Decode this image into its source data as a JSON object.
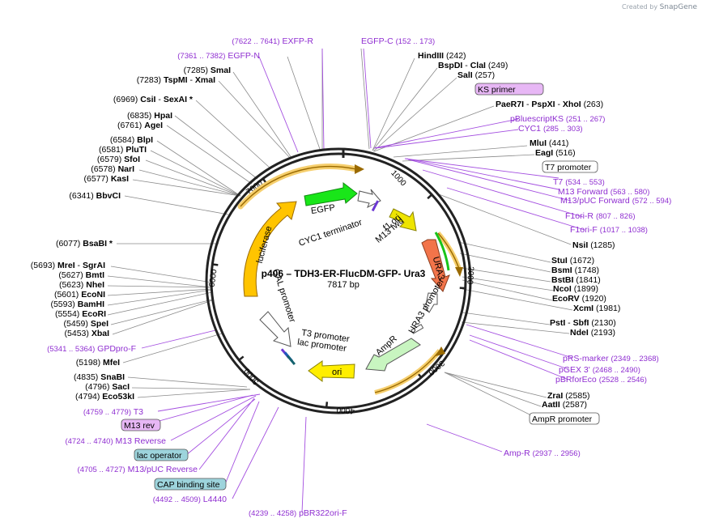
{
  "credit": {
    "prefix": "Created by",
    "brand": "SnapGene"
  },
  "plasmid": {
    "name": "p406 – TDH3-ER-FlucDM-GFP- Ura3",
    "size": "7817 bp"
  },
  "ticks": [
    "1000",
    "2000",
    "3000",
    "4000",
    "5000",
    "6000",
    "7000"
  ],
  "restriction_sites": [
    {
      "pos": "(242)",
      "name": "HindIII"
    },
    {
      "name": "BspDI",
      "alt": "ClaI",
      "pos": "(249)"
    },
    {
      "name": "SalI",
      "pos": "(257)"
    },
    {
      "name": "PaeR7I",
      "alt": "PspXI",
      "alt2": "XhoI",
      "pos": "(263)"
    },
    {
      "name": "MluI",
      "pos": "(441)"
    },
    {
      "name": "EagI",
      "pos": "(516)"
    },
    {
      "name": "NsiI",
      "pos": "(1285)"
    },
    {
      "name": "StuI",
      "pos": "(1672)"
    },
    {
      "name": "BsmI",
      "pos": "(1748)"
    },
    {
      "name": "BstBI",
      "pos": "(1841)"
    },
    {
      "name": "NcoI",
      "pos": "(1899)"
    },
    {
      "name": "EcoRV",
      "pos": "(1920)"
    },
    {
      "name": "XcmI",
      "pos": "(1981)"
    },
    {
      "name": "PstI",
      "alt": "SbfI",
      "pos": "(2130)"
    },
    {
      "name": "NdeI",
      "pos": "(2193)"
    },
    {
      "name": "ZraI",
      "pos": "(2585)"
    },
    {
      "name": "AatII",
      "pos": "(2587)"
    },
    {
      "pos": "(7285)",
      "name": "SmaI"
    },
    {
      "pos": "(7283)",
      "name": "TspMI",
      "alt": "XmaI"
    },
    {
      "pos": "(6969)",
      "name": "CsiI",
      "alt": "SexAI *"
    },
    {
      "pos": "(6835)",
      "name": "HpaI"
    },
    {
      "pos": "(6761)",
      "name": "AgeI"
    },
    {
      "pos": "(6584)",
      "name": "BlpI"
    },
    {
      "pos": "(6581)",
      "name": "PluTI"
    },
    {
      "pos": "(6579)",
      "name": "SfoI"
    },
    {
      "pos": "(6578)",
      "name": "NarI"
    },
    {
      "pos": "(6577)",
      "name": "KasI"
    },
    {
      "pos": "(6341)",
      "name": "BbvCI"
    },
    {
      "pos": "(6077)",
      "name": "BsaBI *"
    },
    {
      "pos": "(5693)",
      "name": "MreI",
      "alt": "SgrAI"
    },
    {
      "pos": "(5627)",
      "name": "BmtI"
    },
    {
      "pos": "(5623)",
      "name": "NheI"
    },
    {
      "pos": "(5601)",
      "name": "EcoNI"
    },
    {
      "pos": "(5593)",
      "name": "BamHI"
    },
    {
      "pos": "(5554)",
      "name": "EcoRI"
    },
    {
      "pos": "(5459)",
      "name": "SpeI"
    },
    {
      "pos": "(5453)",
      "name": "XbaI"
    },
    {
      "pos": "(5198)",
      "name": "MfeI"
    },
    {
      "pos": "(4835)",
      "name": "SnaBI"
    },
    {
      "pos": "(4796)",
      "name": "SacI"
    },
    {
      "pos": "(4794)",
      "name": "Eco53kI"
    }
  ],
  "features": [
    {
      "range": "(7622 .. 7641)",
      "name": "EXFP-R"
    },
    {
      "name": "EGFP-C",
      "range": "(152 .. 173)"
    },
    {
      "range": "(7361 .. 7382)",
      "name": "EGFP-N"
    },
    {
      "name": "pBluescriptKS",
      "range": "(251 .. 267)"
    },
    {
      "name": "CYC1",
      "range": "(285 .. 303)"
    },
    {
      "name": "T7",
      "range": "(534 .. 553)"
    },
    {
      "name": "M13 Forward",
      "range": "(563 .. 580)"
    },
    {
      "name": "M13/pUC Forward",
      "range": "(572 .. 594)"
    },
    {
      "name": "F1ori-R",
      "range": "(807 .. 826)"
    },
    {
      "name": "F1ori-F",
      "range": "(1017 .. 1038)"
    },
    {
      "range": "(5341 .. 5364)",
      "name": "GPDpro-F"
    },
    {
      "name": "pRS-marker",
      "range": "(2349 .. 2368)"
    },
    {
      "name": "pGEX 3'",
      "range": "(2468 .. 2490)"
    },
    {
      "name": "pBRforEco",
      "range": "(2528 .. 2546)"
    },
    {
      "range": "(4759 .. 4779)",
      "name": "T3"
    },
    {
      "range": "(4724 .. 4740)",
      "name": "M13 Reverse"
    },
    {
      "range": "(4705 .. 4727)",
      "name": "M13/pUC Reverse"
    },
    {
      "name": "Amp-R",
      "range": "(2937 .. 2956)"
    },
    {
      "range": "(4492 .. 4509)",
      "name": "L4440"
    },
    {
      "range": "(4239 .. 4258)",
      "name": "pBR322ori-F"
    }
  ],
  "boxed_labels": {
    "ks_primer": "KS primer",
    "t7_promoter": "T7 promoter",
    "ampr_promoter": "AmpR promoter",
    "m13_rev": "M13 rev",
    "lac_operator": "lac operator",
    "cap_site": "CAP binding site"
  },
  "arrows": {
    "egfp": "EGFP",
    "cyc1": "CYC1 terminator",
    "f1ori": "f1 ori",
    "m13fwd": "M13 fwd",
    "ura3": "URA3",
    "ura3_prom": "URA3 promoter",
    "ampr": "AmpR",
    "ori": "ori",
    "t3": "T3 promoter",
    "lac": "lac promoter",
    "gal": "GAL promoter",
    "luciferase": "luciferase"
  },
  "colors": {
    "egfp": "#19e619",
    "luciferase": "#ffc400",
    "ura3": "#f2744a",
    "ampr": "#c8f5c0",
    "ori": "#ffee00",
    "f1ori": "#eee400",
    "feature_text": "#8f2ed1",
    "ks_box": "#e7b7f5",
    "lac_box": "#9dd4dc"
  }
}
